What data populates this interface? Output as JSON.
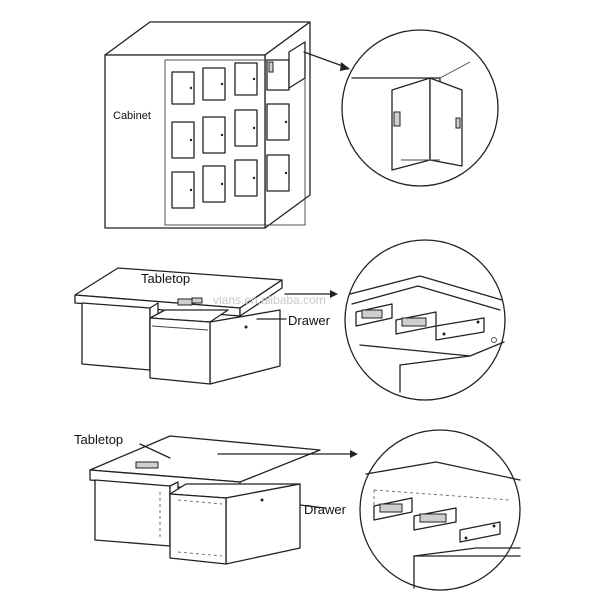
{
  "panels": [
    {
      "id": "cabinet",
      "labels": {
        "object": "Cabinet"
      }
    },
    {
      "id": "drawer_flush",
      "labels": {
        "top": "Tabletop",
        "drawer": "Drawer"
      }
    },
    {
      "id": "drawer_under",
      "labels": {
        "top": "Tabletop",
        "drawer": "Drawer"
      }
    }
  ],
  "watermark": "vians.en.alibaba.com"
}
